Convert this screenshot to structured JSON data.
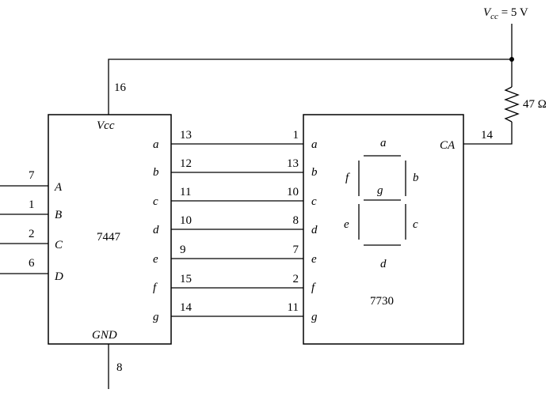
{
  "supply": {
    "prefix": "V",
    "sub": "cc",
    "suffix": " = 5 V"
  },
  "resistor": {
    "value": "47 Ω"
  },
  "decoder": {
    "name": "7447",
    "vcc_label": "Vcc",
    "gnd_label": "GND",
    "vcc_pin": "16",
    "gnd_pin": "8",
    "inputs": [
      {
        "pin": "7",
        "label": "A"
      },
      {
        "pin": "1",
        "label": "B"
      },
      {
        "pin": "2",
        "label": "C"
      },
      {
        "pin": "6",
        "label": "D"
      }
    ],
    "outputs": [
      {
        "label": "a",
        "pin": "13"
      },
      {
        "label": "b",
        "pin": "12"
      },
      {
        "label": "c",
        "pin": "11"
      },
      {
        "label": "d",
        "pin": "10"
      },
      {
        "label": "e",
        "pin": "9"
      },
      {
        "label": "f",
        "pin": "15"
      },
      {
        "label": "g",
        "pin": "14"
      }
    ]
  },
  "display": {
    "name": "7730",
    "ca_label": "CA",
    "ca_pin": "14",
    "inputs": [
      {
        "label": "a",
        "pin": "1"
      },
      {
        "label": "b",
        "pin": "13"
      },
      {
        "label": "c",
        "pin": "10"
      },
      {
        "label": "d",
        "pin": "8"
      },
      {
        "label": "e",
        "pin": "7"
      },
      {
        "label": "f",
        "pin": "2"
      },
      {
        "label": "g",
        "pin": "11"
      }
    ],
    "segment_labels": {
      "a": "a",
      "b": "b",
      "c": "c",
      "d": "d",
      "e": "e",
      "f": "f",
      "g": "g"
    }
  }
}
